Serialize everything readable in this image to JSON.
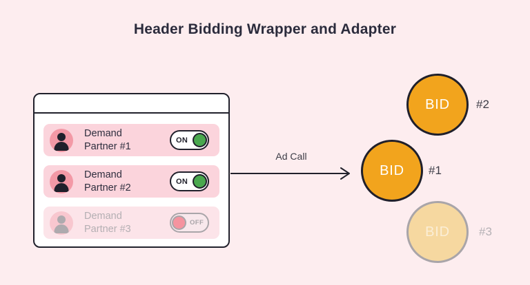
{
  "page": {
    "title": "Header Bidding Wrapper and Adapter"
  },
  "window": {
    "partners": [
      {
        "name": "Demand Partner #1",
        "toggle_label": "ON",
        "state": "on"
      },
      {
        "name": "Demand Partner #2",
        "toggle_label": "ON",
        "state": "on"
      },
      {
        "name": "Demand Partner #3",
        "toggle_label": "OFF",
        "state": "off"
      }
    ]
  },
  "arrow": {
    "label": "Ad Call"
  },
  "bids": [
    {
      "text": "BID",
      "label": "#2",
      "state": "active"
    },
    {
      "text": "BID",
      "label": "#1",
      "state": "active"
    },
    {
      "text": "BID",
      "label": "#3",
      "state": "inactive"
    }
  ],
  "colors": {
    "background": "#fdedef",
    "ink": "#20202b",
    "title_text": "#2b2b3c",
    "row_pink": "#fbd4dc",
    "row_pink_faded": "#fce4e9",
    "avatar_pink": "#f399a6",
    "avatar_pink_faded": "#f8c7cf",
    "toggle_on_green": "#4aa84e",
    "toggle_off_knob": "#f5939f",
    "bid_orange": "#f2a41d",
    "bid_orange_faded": "#f6d8a0",
    "muted_gray": "#a9a5a9",
    "muted_text": "#b4afb3",
    "label_text": "#3c3c46"
  }
}
